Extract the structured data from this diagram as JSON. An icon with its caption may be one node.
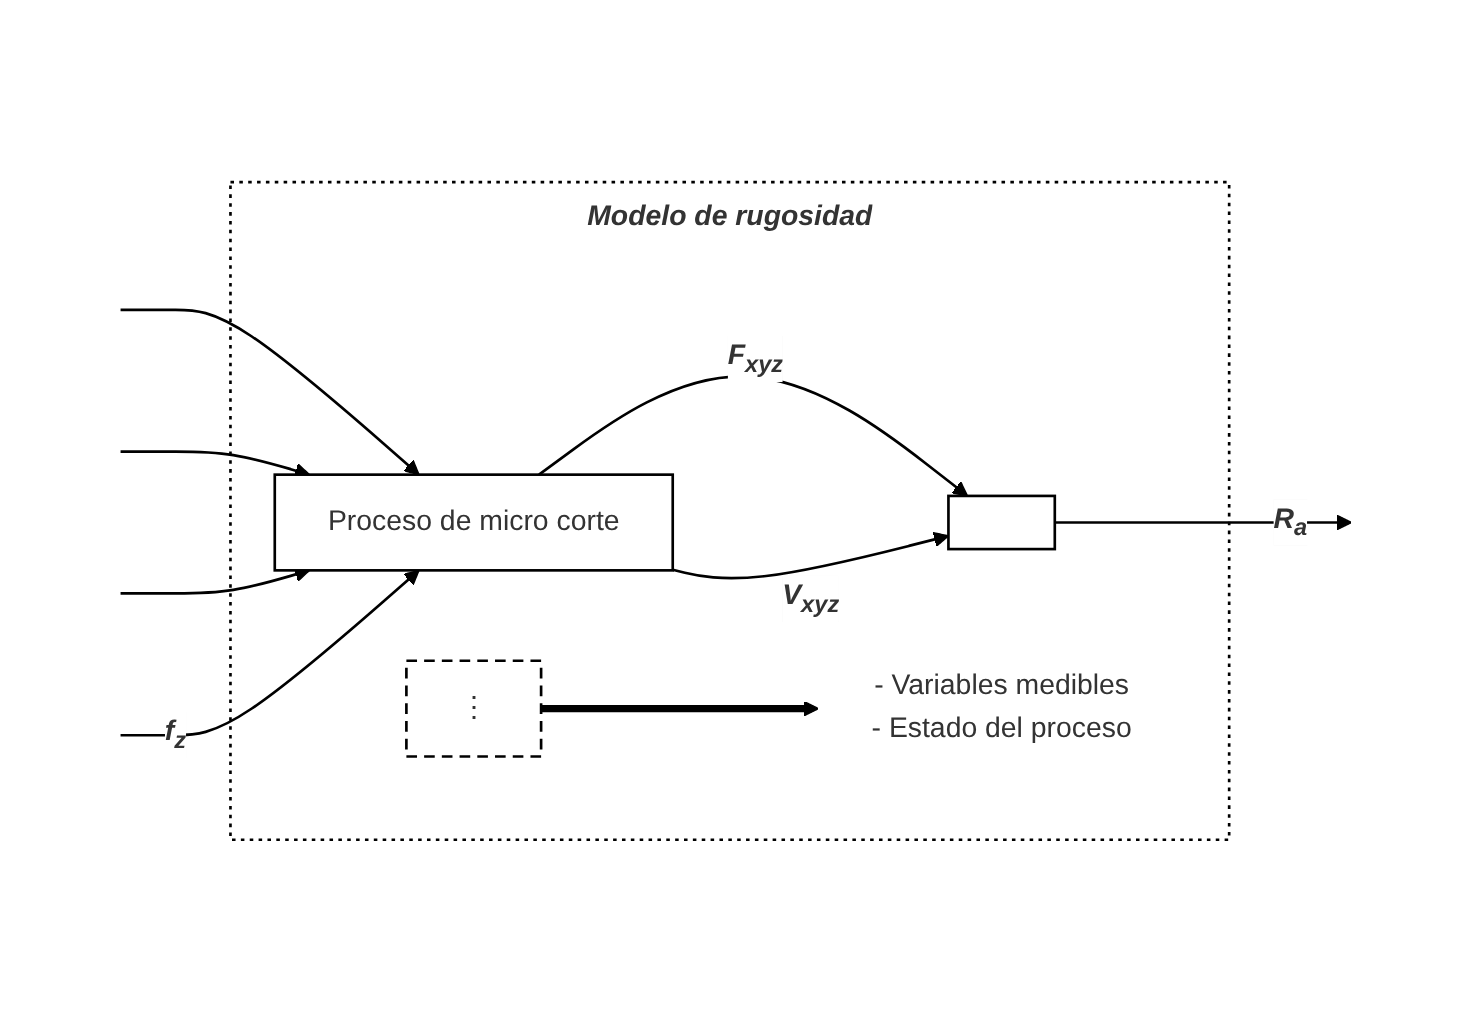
{
  "diagram": {
    "nodes": [
      {
        "text": [
          "Modelo de rugosidad"
        ]
      },
      {
        "text": [
          "Proceso de micro corte"
        ],
        "in": 0
      },
      {
        "text": [
          "⋮"
        ],
        "in": 0
      },
      {
        "text": [],
        "shape": "box",
        "in": 0
      },
      {
        "text": [
          "- Variables medibles",
          "- Estado del proceso"
        ],
        "in": 0
      }
    ],
    "edges": [
      {
        "from": null,
        "to": 1,
        "arrow": "to"
      },
      {
        "from": null,
        "to": 1,
        "arrow": "to"
      },
      {
        "from": null,
        "to": 1,
        "arrow": "to"
      },
      {
        "from": null,
        "to": 1,
        "label": "f$_{z}$",
        "arrow": "to"
      },
      {
        "from": 1,
        "to": 3,
        "label": "F$_{xyz}$",
        "arrow": "to"
      },
      {
        "from": 1,
        "to": 3,
        "label": "V$_{xyz}$",
        "arrow": "to"
      },
      {
        "from": 2,
        "to": 4,
        "arrow": "to",
        "style": "thick"
      },
      {
        "from": 3,
        "to": null,
        "label": "R$_{a}$",
        "arrow": "to"
      }
    ]
  }
}
